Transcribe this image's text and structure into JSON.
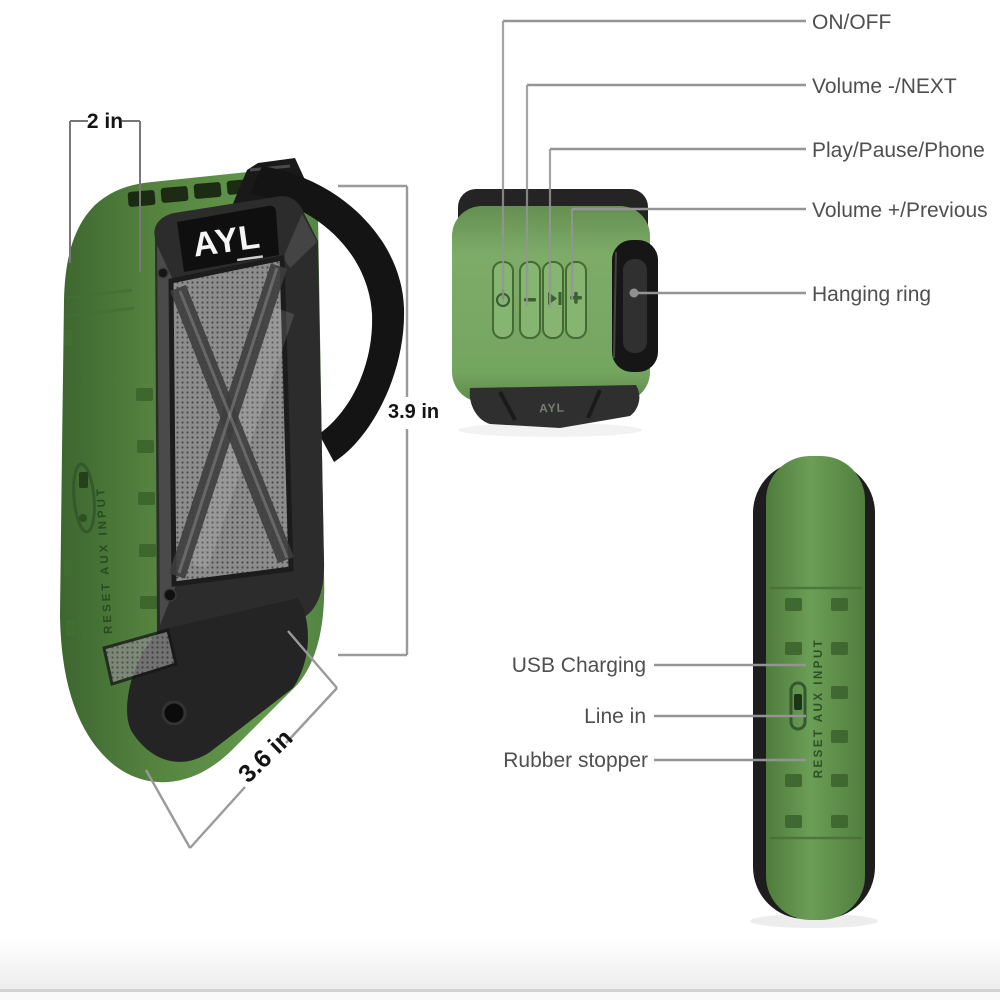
{
  "scene": {
    "type": "product-annotation-diagram",
    "product": "AYL portable rugged bluetooth speaker (green)",
    "background": "#ffffff"
  },
  "branding": {
    "front_logo": "AYL",
    "top_logo": "AYL"
  },
  "dimension_labels": {
    "top_width": "2 in",
    "height": "3.9 in",
    "bottom_depth": "3.6 in"
  },
  "button_callouts": [
    {
      "id": "on-off",
      "label": "ON/OFF"
    },
    {
      "id": "volume-next",
      "label": "Volume -/NEXT"
    },
    {
      "id": "play-pause-phone",
      "label": "Play/Pause/Phone"
    },
    {
      "id": "volume-previous",
      "label": "Volume +/Previous"
    },
    {
      "id": "hanging-ring",
      "label": "Hanging ring"
    }
  ],
  "port_callouts": [
    {
      "id": "usb-charging",
      "label": "USB Charging"
    },
    {
      "id": "line-in",
      "label": "Line in"
    },
    {
      "id": "rubber-stopper",
      "label": "Rubber stopper"
    }
  ],
  "embossed_text": {
    "front_side": "RESET   AUX   INPUT",
    "side_panel": "RESET   AUX   INPUT"
  },
  "icons": [
    {
      "name": "power-icon",
      "meaning": "ON/OFF button"
    },
    {
      "name": "minus-icon",
      "meaning": "Volume -/NEXT button"
    },
    {
      "name": "play-pause-icon",
      "meaning": "Play/Pause/Phone button"
    },
    {
      "name": "plus-icon",
      "meaning": "Volume +/Previous button"
    }
  ],
  "colors": {
    "green_light": "#7dac69",
    "green_mid": "#5c8d47",
    "green_dark": "#3f6831",
    "body_black": "#222222",
    "grille_grey": "#8e8e8e",
    "callout_line": "#949494",
    "label_text": "#4f4f4f",
    "dimension_text": "#141414"
  }
}
